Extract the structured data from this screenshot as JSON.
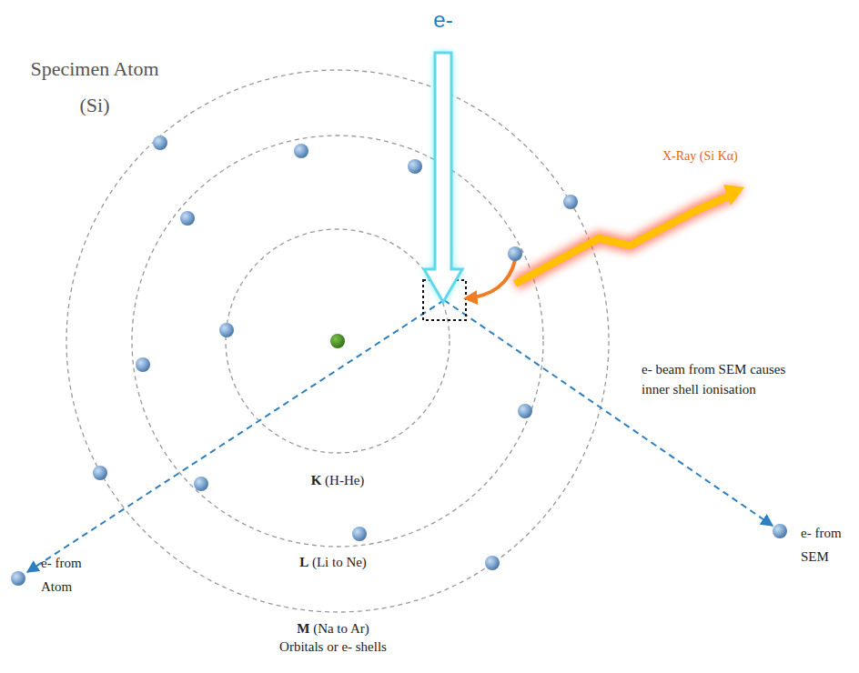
{
  "diagram": {
    "title": "Specimen Atom (Si)",
    "labels": [
      "e-",
      "X-Ray (Si Kα)",
      "e- beam from SEM causes inner shell ionisation",
      "K",
      "(H-He)",
      "L",
      "(Li to Ne)",
      "M",
      "(Na to Ar)",
      "Orbitals or e- shells",
      "e- from Atom",
      "e- from SEM"
    ]
  }
}
